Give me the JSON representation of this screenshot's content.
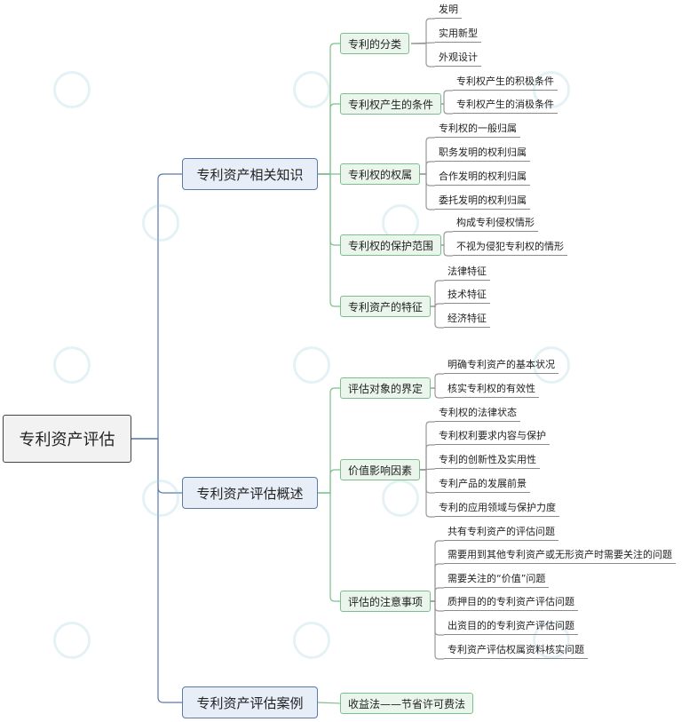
{
  "root": "专利资产评估",
  "sections": [
    {
      "label": "专利资产相关知识",
      "groups": [
        {
          "label": "专利的分类",
          "items": [
            "发明",
            "实用新型",
            "外观设计"
          ]
        },
        {
          "label": "专利权产生的条件",
          "items": [
            "专利权产生的积极条件",
            "专利权产生的消极条件"
          ]
        },
        {
          "label": "专利权的权属",
          "items": [
            "专利权的一般归属",
            "职务发明的权利归属",
            "合作发明的权利归属",
            "委托发明的权利归属"
          ]
        },
        {
          "label": "专利权的保护范围",
          "items": [
            "构成专利侵权情形",
            "不视为侵犯专利权的情形"
          ]
        },
        {
          "label": "专利资产的特征",
          "items": [
            "法律特征",
            "技术特征",
            "经济特征"
          ]
        }
      ]
    },
    {
      "label": "专利资产评估概述",
      "groups": [
        {
          "label": "评估对象的界定",
          "items": [
            "明确专利资产的基本状况",
            "核实专利权的有效性"
          ]
        },
        {
          "label": "价值影响因素",
          "items": [
            "专利权的法律状态",
            "专利权利要求内容与保护",
            "专利的创新性及实用性",
            "专利产品的发展前景",
            "专利的应用领域与保护力度"
          ]
        },
        {
          "label": "评估的注意事项",
          "items": [
            "共有专利资产的评估问题",
            "需要用到其他专利资产或无形资产时需要关注的问题",
            "需要关注的“价值”问题",
            "质押目的的专利资产评估问题",
            "出资目的的专利资产评估问题",
            "专利资产评估权属资料核实问题"
          ]
        }
      ]
    },
    {
      "label": "专利资产评估案例",
      "groups": [
        {
          "label": "收益法——节省许可费法",
          "items": []
        }
      ]
    }
  ]
}
